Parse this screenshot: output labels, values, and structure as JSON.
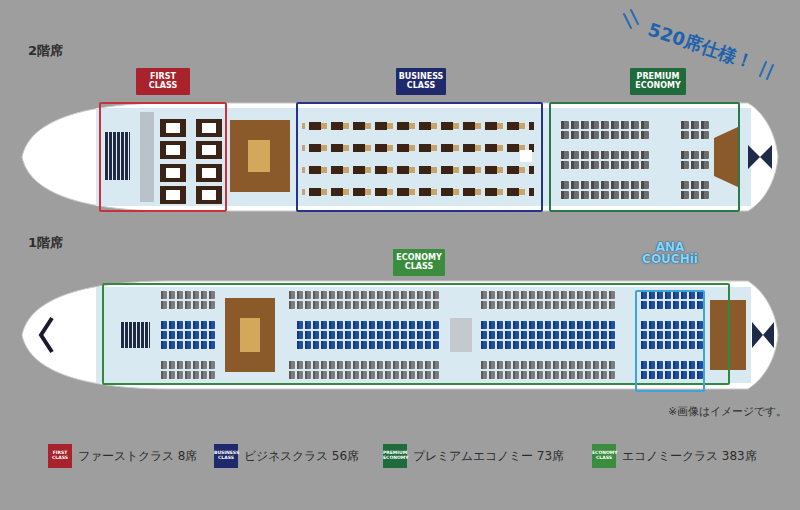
{
  "diagram": {
    "nodes": [
      {
        "text": [
          "FIRST CLASS"
        ]
      },
      {
        "text": [
          "BUSINESS CLASS"
        ]
      },
      {
        "text": [
          "PREMIUM ECONOMY"
        ]
      },
      {
        "text": [
          "ECONOMY CLASS"
        ]
      },
      {
        "text": [
          "ANA COUCHii"
        ],
        "in": 3
      }
    ],
    "labels": [
      "2階席",
      "1階席",
      "520席仕様！",
      "※画像はイメージです。",
      "FIRST CLASS",
      "BUSINESS CLASS",
      "PREMIUM ECONOMY",
      "ECONOMY CLASS"
    ],
    "legend": [
      {
        "text": "ファーストクラス 8席",
        "color": "#a8232c"
      },
      {
        "text": "ビジネスクラス 56席",
        "color": "#1f2a6c"
      },
      {
        "text": "プレミアムエコノミー 73席",
        "color": "#1f6b3c"
      },
      {
        "text": "エコノミークラス 383席",
        "color": "#3a8d3e"
      }
    ]
  }
}
